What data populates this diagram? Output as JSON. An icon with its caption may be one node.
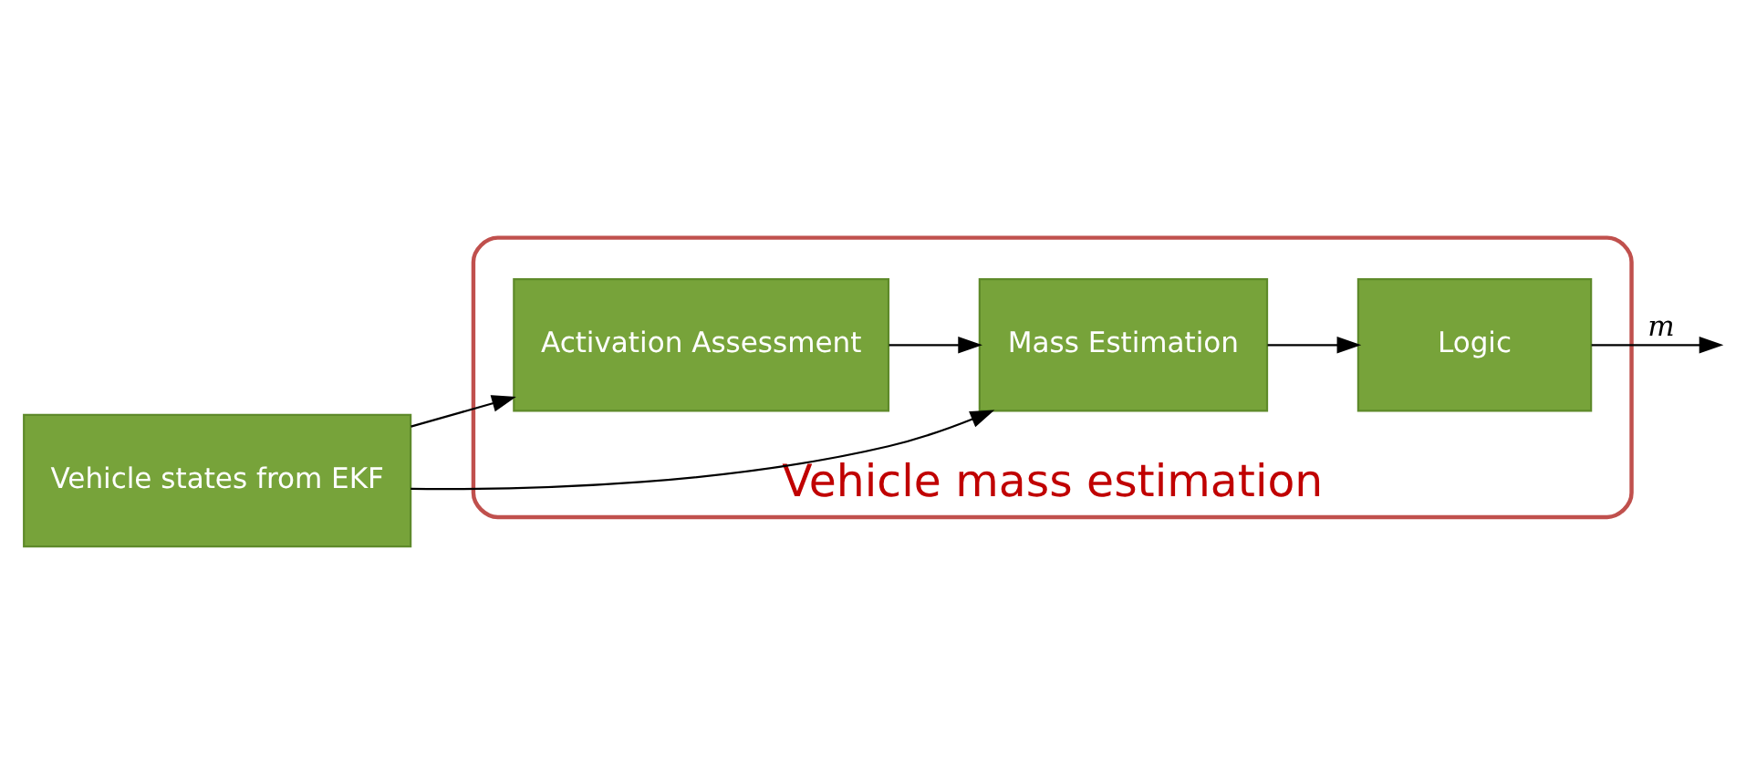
{
  "diagram": {
    "nodes": [
      {
        "text": [
          "Vehicle states from EKF"
        ]
      },
      {
        "text": [
          "Vehicle mass estimation"
        ]
      },
      {
        "text": [
          "Activation Assessment"
        ],
        "in": 1
      },
      {
        "text": [
          "Mass Estimation"
        ],
        "in": 1
      },
      {
        "text": [
          "Logic"
        ],
        "in": 1
      }
    ],
    "edges": [
      {
        "from": 0,
        "to": 2,
        "arrow": "to"
      },
      {
        "from": 0,
        "to": 3,
        "arrow": "to"
      },
      {
        "from": 2,
        "to": 3,
        "arrow": "to"
      },
      {
        "from": 3,
        "to": 4,
        "arrow": "to"
      },
      {
        "from": 4,
        "to": null,
        "arrow": "to",
        "label": "m"
      }
    ]
  }
}
